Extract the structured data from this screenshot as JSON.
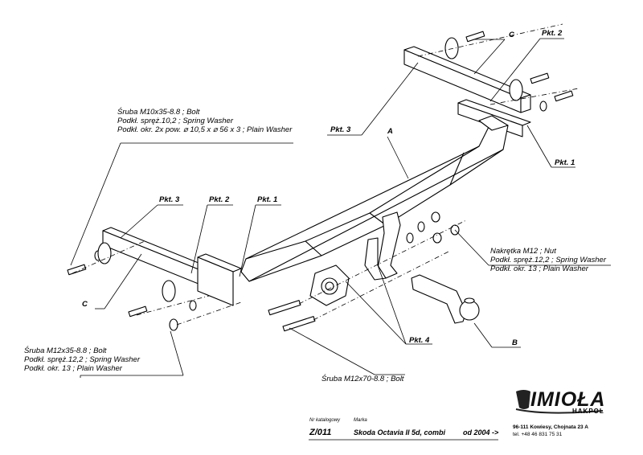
{
  "part_labels": {
    "A": "A",
    "B": "B",
    "C_top": "C",
    "C_left": "C"
  },
  "points": {
    "pkt1_right": "Pkt. 1",
    "pkt2_top": "Pkt. 2",
    "pkt3_top": "Pkt. 3",
    "pkt3_left": "Pkt. 3",
    "pkt2_left": "Pkt. 2",
    "pkt1_left": "Pkt. 1",
    "pkt4": "Pkt. 4"
  },
  "notes": {
    "bolt_m10": [
      "Śruba M10x35-8.8 ;  Bolt",
      "Podkł. spręż.10,2 ; Spring Washer",
      "Podkł. okr. 2x pow.  ⌀ 10,5 x ⌀ 56 x 3 ; Plain Washer"
    ],
    "nut_m12": [
      "Nakrętka  M12 ; Nut",
      "Podkł. spręż.12,2 ; Spring Washer",
      "Podkł. okr. 13 ; Plain Washer"
    ],
    "bolt_m12x35": [
      "Śruba M12x35-8.8 ;  Bolt",
      "Podkł. spręż.12,2 ; Spring Washer",
      "Podkł. okr. 13 ; Plain Washer"
    ],
    "bolt_m12x70": "Śruba M12x70-8.8 ;  Bolt"
  },
  "footer": {
    "catalog_caption": "Nr katalogowy",
    "catalog_number": "Z/011",
    "brand_caption": "Marka",
    "model": "Skoda Octavia II 5d, combi",
    "from_date": "od  2004 ->",
    "logo": "IMIOŁA",
    "logo_sub": "HAKPOL",
    "address": "96-111 Kowiesy, Chojnata 23 A",
    "phone": "tel. +48 46 831 75 31"
  }
}
